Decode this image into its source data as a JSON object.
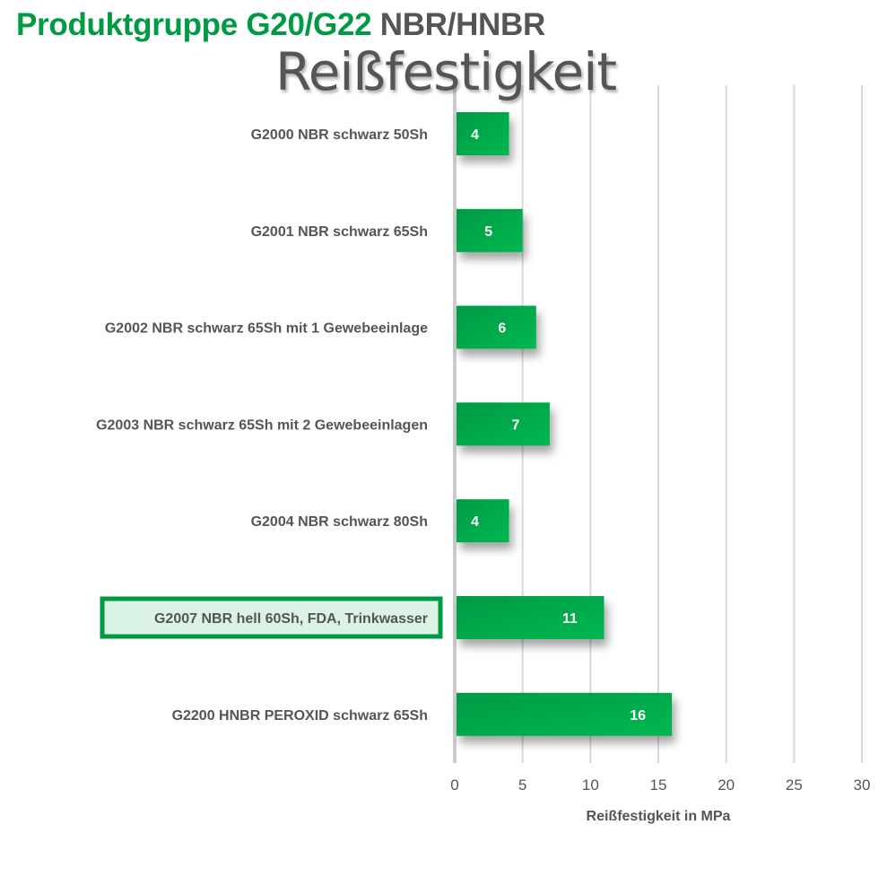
{
  "header": {
    "title_green": "Produktgruppe G20/G22",
    "title_gray": "NBR/HNBR",
    "subtitle": "Reißfestigkeit"
  },
  "colors": {
    "bar": "#00a84a",
    "highlight_border": "#009a44",
    "highlight_fill": "#dbf3e4",
    "text": "#555555",
    "grid": "#d9d9d9"
  },
  "chart_data": {
    "type": "bar",
    "orientation": "horizontal",
    "title": "Reißfestigkeit",
    "xlabel": "Reißfestigkeit in MPa",
    "ylabel": "",
    "xlim": [
      0,
      30
    ],
    "xticks": [
      "0",
      "5",
      "10",
      "15",
      "20",
      "25",
      "30"
    ],
    "grid": true,
    "categories": [
      "G2000 NBR schwarz 50Sh",
      "G2001 NBR schwarz 65Sh",
      "G2002 NBR schwarz 65Sh mit 1 Gewebeeinlage",
      "G2003 NBR schwarz 65Sh mit 2 Gewebeeinlagen",
      "G2004 NBR schwarz 80Sh",
      "G2007 NBR hell 60Sh, FDA, Trinkwasser",
      "G2200 HNBR PEROXID schwarz 65Sh"
    ],
    "values": [
      4,
      5,
      6,
      7,
      4,
      11,
      16
    ],
    "data_labels": [
      "4",
      "5",
      "6",
      "7",
      "4",
      "11",
      "16"
    ],
    "highlighted_category": "G2007 NBR hell 60Sh, FDA, Trinkwasser"
  }
}
